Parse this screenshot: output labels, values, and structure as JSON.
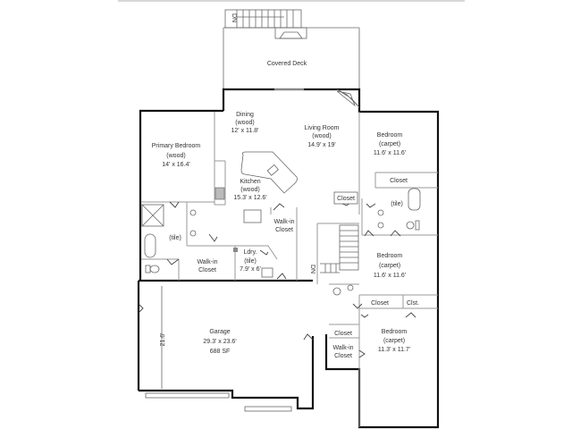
{
  "floor_plan": {
    "rooms": [
      {
        "id": "covered-deck",
        "name": "Covered Deck",
        "floor": "",
        "size": ""
      },
      {
        "id": "dining",
        "name": "Dining",
        "floor": "(wood)",
        "size": "12' x 11.8'"
      },
      {
        "id": "living-room",
        "name": "Living Room",
        "floor": "(wood)",
        "size": "14.9' x 19'"
      },
      {
        "id": "primary-bedroom",
        "name": "Primary Bedroom",
        "floor": "(wood)",
        "size": "14' x 16.4'"
      },
      {
        "id": "kitchen",
        "name": "Kitchen",
        "floor": "(wood)",
        "size": "15.3' x 12.6'"
      },
      {
        "id": "bedroom-1",
        "name": "Bedroom",
        "floor": "(carpet)",
        "size": "11.6' x 11.6'"
      },
      {
        "id": "bedroom-2",
        "name": "Bedroom",
        "floor": "(carpet)",
        "size": "11.6' x 11.6'"
      },
      {
        "id": "bedroom-3",
        "name": "Bedroom",
        "floor": "(carpet)",
        "size": "11.3' x 11.7'"
      },
      {
        "id": "laundry",
        "name": "Ldry.",
        "floor": "(tile)",
        "size": "7.9' x 6'"
      },
      {
        "id": "garage",
        "name": "Garage",
        "floor": "",
        "size": "29.3' x 23.6'",
        "area": "688 SF"
      }
    ],
    "labels": {
      "primary_bath": "(tile)",
      "hall_bath": "(tile)",
      "primary_walkin_line1": "Walk-in",
      "primary_walkin_line2": "Closet",
      "kitchen_walkin_line1": "Walk-in",
      "kitchen_walkin_line2": "Closet",
      "bed3_walkin_line1": "Walk-in",
      "bed3_walkin_line2": "Closet",
      "living_closet": "Closet",
      "bed1_closet": "Closet",
      "bed2_closet": "Closet",
      "bed2_cst": "Clst.",
      "bed3_closet": "Closet",
      "deck_stairs": "DN",
      "interior_stairs": "DN",
      "garage_dimension": "21.6'"
    }
  }
}
